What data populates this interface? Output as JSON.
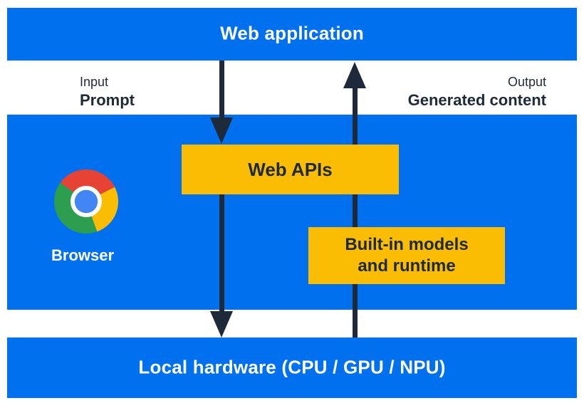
{
  "colors": {
    "panel-blue": "#0170EF",
    "accent-yellow": "#FBBC04",
    "ink": "#1E2A3A",
    "paper": "#FFFFFF",
    "logo-red": "#E64335",
    "logo-green": "#2D9E4F",
    "logo-yellow": "#FBBC04",
    "logo-blue": "#4285F4"
  },
  "top_bar": {
    "label": "Web application"
  },
  "flow_labels": {
    "input_title": "Input",
    "input_value": "Prompt",
    "output_title": "Output",
    "output_value": "Generated content"
  },
  "browser_panel": {
    "browser_label": "Browser",
    "web_apis_box": {
      "label": "Web APIs"
    },
    "builtin_box": {
      "line1": "Built-in models",
      "line2": "and runtime"
    }
  },
  "bottom_bar": {
    "label": "Local hardware (CPU / GPU / NPU)"
  },
  "icons": {
    "chrome_logo": "chrome-browser-logo",
    "arrow_down": "downward-arrow",
    "arrow_up": "upward-arrow"
  }
}
